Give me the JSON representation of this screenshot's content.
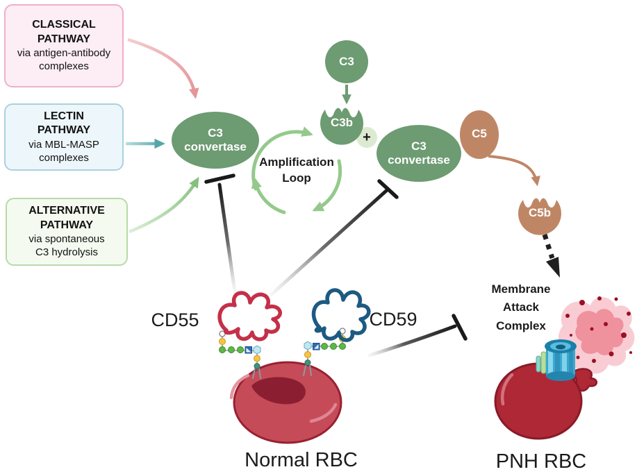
{
  "pathway_boxes": [
    {
      "id": "classical",
      "title_lines": [
        "CLASSICAL",
        "PATHWAY"
      ],
      "subtitle_lines": [
        "via antigen-antibody",
        "complexes"
      ],
      "fill": "#fdedf4",
      "border": "#eeb0c9",
      "arrow_color": "#e49599"
    },
    {
      "id": "lectin",
      "title_lines": [
        "LECTIN",
        "PATHWAY"
      ],
      "subtitle_lines": [
        "via MBL-MASP",
        "complexes"
      ],
      "fill": "#edf6fa",
      "border": "#a9d2de",
      "arrow_color": "#54a6a9"
    },
    {
      "id": "alternative",
      "title_lines": [
        "ALTERNATIVE",
        "PATHWAY"
      ],
      "subtitle_lines": [
        "via spontaneous",
        "C3 hydrolysis"
      ],
      "fill": "#f4faf0",
      "border": "#b9d9a7",
      "arrow_color": "#86c07e"
    }
  ],
  "nodes": {
    "c3_convertase_left": {
      "lines": [
        "C3",
        "convertase"
      ],
      "color": "#6d9b72"
    },
    "c3_convertase_right": {
      "lines": [
        "C3",
        "convertase"
      ],
      "color": "#6d9b72"
    },
    "c3": {
      "label": "C3",
      "color": "#6d9b72"
    },
    "c3b": {
      "label": "C3b",
      "color": "#6d9b72"
    },
    "plus": {
      "label": "+",
      "color": "#dcead1"
    },
    "c5": {
      "label": "C5",
      "color": "#bf8666"
    },
    "c5b": {
      "label": "C5b",
      "color": "#bf8666"
    }
  },
  "labels": {
    "amplification_loop_lines": [
      "Amplification",
      "Loop"
    ],
    "cd55": "CD55",
    "cd59": "CD59",
    "mac_lines": [
      "Membrane",
      "Attack",
      "Complex"
    ],
    "normal_rbc": "Normal RBC",
    "pnh_rbc": "PNH RBC"
  },
  "colors": {
    "convertase_green": "#6d9b72",
    "loop_green": "#94c98b",
    "complement_tan": "#bf8666",
    "inhibition_line": "#1a1a1a",
    "normal_rbc_red": "#c64b59",
    "pnh_rbc_red": "#ae2836",
    "cd55_protein_red": "#c43049",
    "cd59_protein_blue": "#1d5a82",
    "mac_pore_blue": "#3aa8d0",
    "lysis_splatter_pink": "#f9ccd4"
  }
}
